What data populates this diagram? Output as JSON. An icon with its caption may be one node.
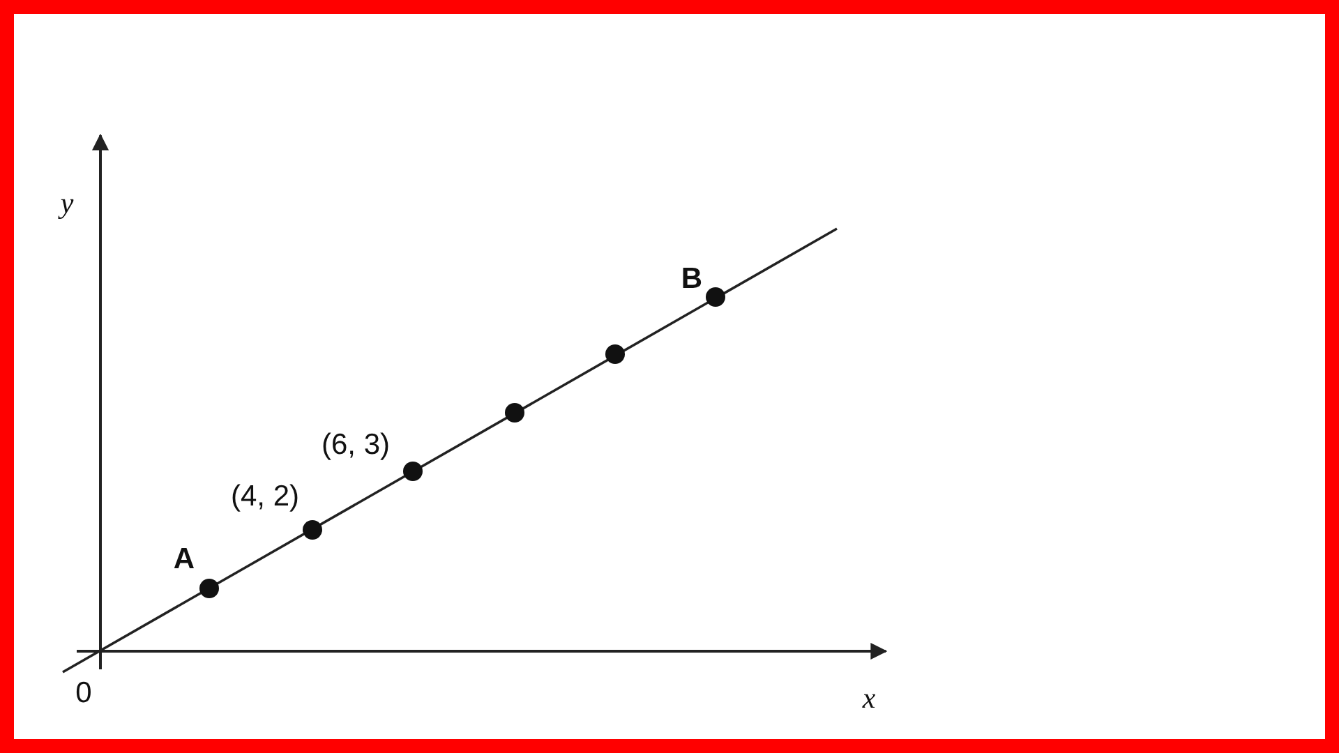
{
  "diagram": {
    "labels": [
      "y",
      "B",
      "(6, 3)",
      "(4, 2)",
      "A",
      "0",
      "x"
    ]
  }
}
